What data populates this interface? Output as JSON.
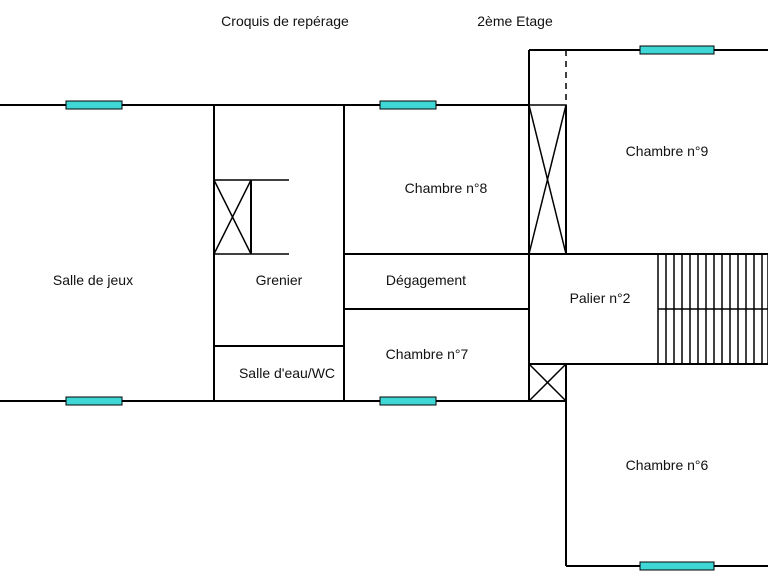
{
  "header": {
    "title": "Croquis de repérage",
    "floor": "2ème Etage"
  },
  "rooms": {
    "salle_de_jeux": "Salle de jeux",
    "grenier": "Grenier",
    "salle_eau_wc": "Salle d'eau/WC",
    "chambre_8": "Chambre n°8",
    "degagement": "Dégagement",
    "chambre_7": "Chambre n°7",
    "palier_2": "Palier n°2",
    "chambre_9": "Chambre n°9",
    "chambre_6": "Chambre n°6"
  },
  "colors": {
    "window": "#3fd6d6",
    "wall": "#000000"
  }
}
